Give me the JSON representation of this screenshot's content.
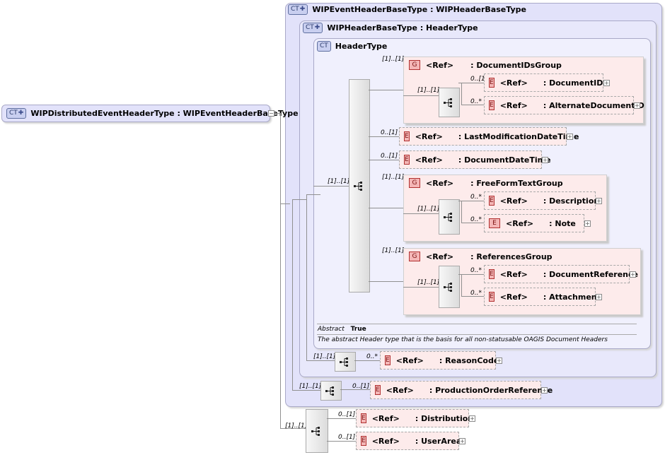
{
  "badges": {
    "ct": "CT",
    "group": "G",
    "element": "E"
  },
  "root": {
    "label": "WIPDistributedEventHeaderType : WIPEventHeaderBaseType"
  },
  "panels": {
    "wip_event": "WIPEventHeaderBaseType : WIPHeaderBaseType",
    "wip_header": "WIPHeaderBaseType : HeaderType",
    "header": "HeaderType"
  },
  "ref": "<Ref>",
  "groups": {
    "document_ids": {
      "name": ": DocumentIDsGroup",
      "card": "[1]..[1]",
      "seq_card": "[1]..[1]"
    },
    "free_form": {
      "name": ": FreeFormTextGroup",
      "card": "[1]..[1]",
      "seq_card": "[1]..[1]"
    },
    "references": {
      "name": ": ReferencesGroup",
      "card": "[1]..[1]",
      "seq_card": "[1]..[1]"
    }
  },
  "elements": {
    "document_id": {
      "name": ": DocumentID",
      "card": "0..[1]"
    },
    "alternate_document_id": {
      "name": ": AlternateDocumentID",
      "card": "0..*"
    },
    "last_modification": {
      "name": ": LastModificationDateTime",
      "card": "0..[1]"
    },
    "document_date": {
      "name": ": DocumentDateTime",
      "card": "0..[1]"
    },
    "description": {
      "name": ": Description",
      "card": "0..*"
    },
    "note": {
      "name": ": Note",
      "card": "0..*"
    },
    "document_reference": {
      "name": ": DocumentReference",
      "card": "0..*"
    },
    "attachment": {
      "name": ": Attachment",
      "card": "0..*"
    },
    "reason_code": {
      "name": ": ReasonCode",
      "card": "0..*"
    },
    "production_order_reference": {
      "name": ": ProductionOrderReference",
      "card": "0..[1]"
    },
    "distribution": {
      "name": ": Distribution",
      "card": "0..[1]"
    },
    "user_area": {
      "name": ": UserArea",
      "card": "0..[1]"
    }
  },
  "sequences": {
    "header_main": "[1]..[1]",
    "reason": "[1]..[1]",
    "production": "[1]..[1]",
    "root": "[1]..[1]"
  },
  "annotation": {
    "label": "Abstract",
    "value": "True",
    "doc": "The abstract Header type that is the basis for all non-statusable OAGIS Document Headers"
  }
}
